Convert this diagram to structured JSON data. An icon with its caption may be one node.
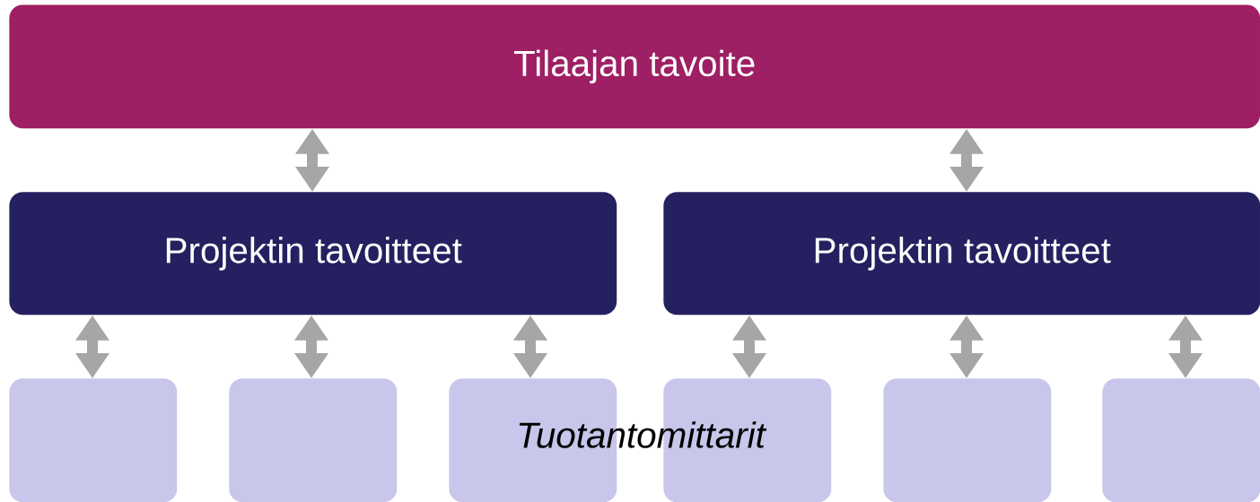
{
  "diagram": {
    "nodes": [
      {
        "text": [
          "Tilaajan tavoite"
        ]
      },
      {
        "text": [
          "Projektin tavoitteet"
        ]
      },
      {
        "text": [
          "Projektin tavoitteet"
        ]
      },
      {
        "text": [],
        "shape": "box"
      },
      {
        "text": [],
        "shape": "box"
      },
      {
        "text": [],
        "shape": "box"
      },
      {
        "text": [],
        "shape": "box"
      },
      {
        "text": [],
        "shape": "box"
      },
      {
        "text": [],
        "shape": "box"
      }
    ],
    "edges": [
      {
        "from": 0,
        "to": 1,
        "arrow": "both"
      },
      {
        "from": 0,
        "to": 2,
        "arrow": "both"
      },
      {
        "from": 1,
        "to": 3,
        "arrow": "both"
      },
      {
        "from": 1,
        "to": 4,
        "arrow": "both"
      },
      {
        "from": 1,
        "to": 5,
        "arrow": "both"
      },
      {
        "from": 2,
        "to": 6,
        "arrow": "both"
      },
      {
        "from": 2,
        "to": 7,
        "arrow": "both"
      },
      {
        "from": 2,
        "to": 8,
        "arrow": "both"
      }
    ],
    "labels": [
      "Tuotantomittarit"
    ]
  }
}
